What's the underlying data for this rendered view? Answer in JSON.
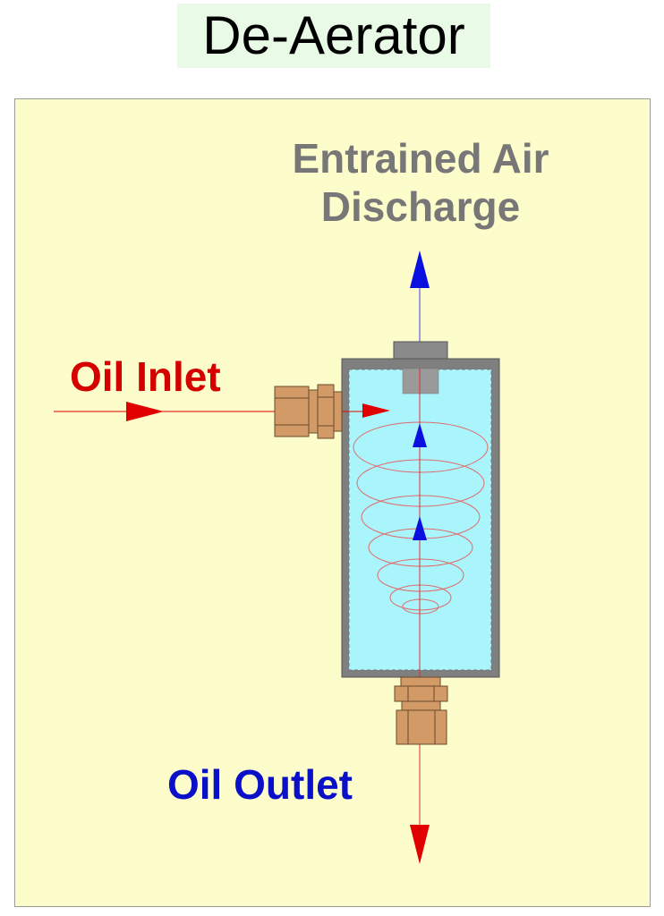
{
  "title": "De-Aerator",
  "labels": {
    "air_discharge_line1": "Entrained Air",
    "air_discharge_line2": "Discharge",
    "oil_inlet": "Oil Inlet",
    "oil_outlet": "Oil Outlet"
  },
  "colors": {
    "title_bg": "#e9fbe6",
    "panel_bg": "#fdfdcc",
    "air_text": "#777777",
    "inlet_text": "#d40000",
    "outlet_text": "#0a10c8",
    "chamber_fill": "#aaf5fb",
    "housing": "#7a7a7a",
    "fitting": "#d29a66",
    "oil_flow": "#e00000",
    "air_flow": "#0a10e0"
  }
}
